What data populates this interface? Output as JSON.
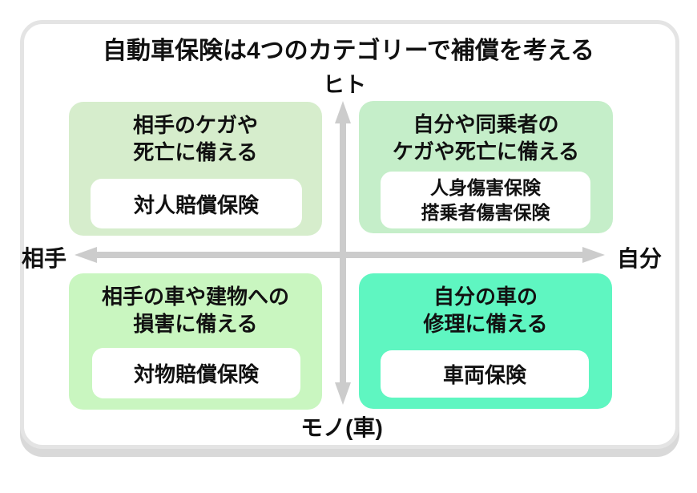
{
  "title": "自動車保険は4つのカテゴリーで補償を考える",
  "axes": {
    "top": "ヒト",
    "bottom": "モノ(車)",
    "left": "相手",
    "right": "自分"
  },
  "quadrants": {
    "top_left": {
      "heading_line1": "相手のケガや",
      "heading_line2": "死亡に備える",
      "products": [
        "対人賠償保険"
      ],
      "bg": "#d6edcc"
    },
    "top_right": {
      "heading_line1": "自分や同乗者の",
      "heading_line2": "ケガや死亡に備える",
      "products": [
        "人身傷害保険",
        "搭乗者傷害保険"
      ],
      "bg": "#c5eec9"
    },
    "bottom_left": {
      "heading_line1": "相手の車や建物への",
      "heading_line2": "損害に備える",
      "products": [
        "対物賠償保険"
      ],
      "bg": "#c9f6c0"
    },
    "bottom_right": {
      "heading_line1": "自分の車の",
      "heading_line2": "修理に備える",
      "products": [
        "車両保険"
      ],
      "bg": "#5ff6c1"
    }
  },
  "colors": {
    "card_border": "#e4e4e4",
    "card_shadow": "#d9d9d9",
    "arrow": "#cccccc",
    "text": "#111111",
    "pill_bg": "#ffffff"
  }
}
